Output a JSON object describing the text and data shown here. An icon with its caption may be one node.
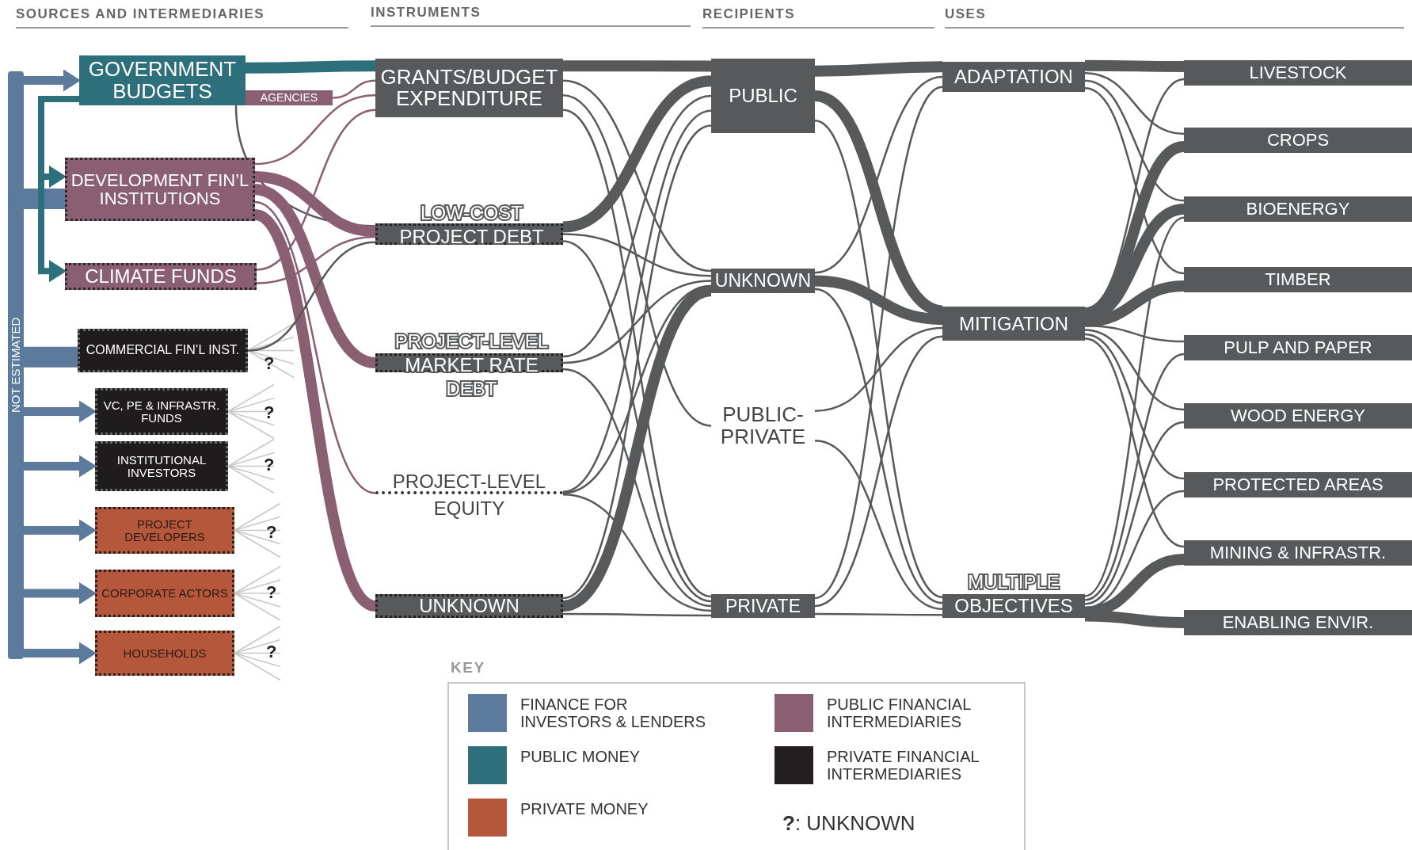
{
  "diagram": {
    "nodes": [
      {
        "text": [
          "GOVERNMENT BUDGETS"
        ]
      },
      {
        "text": [
          "AGENCIES"
        ]
      },
      {
        "text": [
          "DEVELOPMENT FIN’L INSTITUTIONS"
        ]
      },
      {
        "text": [
          "CLIMATE FUNDS"
        ]
      },
      {
        "text": [
          "COMMERCIAL FIN’L INST."
        ]
      },
      {
        "text": [
          "VC, PE & INFRASTR. FUNDS"
        ]
      },
      {
        "text": [
          "INSTITUTIONAL INVESTORS"
        ]
      },
      {
        "text": [
          "PROJECT DEVELOPERS"
        ]
      },
      {
        "text": [
          "CORPORATE ACTORS"
        ]
      },
      {
        "text": [
          "HOUSEHOLDS"
        ]
      },
      {
        "text": [
          "GRANTS/BUDGET EXPENDITURE"
        ]
      },
      {
        "text": [
          "LOW-COST PROJECT DEBT"
        ]
      },
      {
        "text": [
          "PROJECT-LEVEL MARKET RATE DEBT"
        ]
      },
      {
        "text": [
          "PROJECT-LEVEL EQUITY"
        ]
      },
      {
        "text": [
          "UNKNOWN"
        ]
      },
      {
        "text": [
          "PUBLIC"
        ]
      },
      {
        "text": [
          "UNKNOWN"
        ]
      },
      {
        "text": [
          "PUBLIC-PRIVATE"
        ]
      },
      {
        "text": [
          "PRIVATE"
        ]
      },
      {
        "text": [
          "ADAPTATION"
        ]
      },
      {
        "text": [
          "MITIGATION"
        ]
      },
      {
        "text": [
          "MULTIPLE OBJECTIVES"
        ]
      },
      {
        "text": [
          "LIVESTOCK"
        ]
      },
      {
        "text": [
          "CROPS"
        ]
      },
      {
        "text": [
          "BIOENERGY"
        ]
      },
      {
        "text": [
          "TIMBER"
        ]
      },
      {
        "text": [
          "PULP AND PAPER"
        ]
      },
      {
        "text": [
          "WOOD ENERGY"
        ]
      },
      {
        "text": [
          "PROTECTED AREAS"
        ]
      },
      {
        "text": [
          "MINING & INFRASTR."
        ]
      },
      {
        "text": [
          "ENABLING ENVIR."
        ]
      },
      {
        "text": [
          "NOT ESTIMATED"
        ]
      }
    ],
    "edges": [
      {
        "from": 0,
        "to": 10,
        "arrow": "none",
        "style": "thick",
        "color": "#2e6f7c"
      },
      {
        "from": 1,
        "to": 10,
        "arrow": "none",
        "color": "#8a5f71"
      },
      {
        "from": 0,
        "to": 11,
        "arrow": "none"
      },
      {
        "from": 2,
        "to": 10,
        "arrow": "none",
        "color": "#8a5f71"
      },
      {
        "from": 2,
        "to": 11,
        "arrow": "none",
        "style": "thick",
        "color": "#8a5f71"
      },
      {
        "from": 2,
        "to": 12,
        "arrow": "none",
        "style": "thick",
        "color": "#8a5f71"
      },
      {
        "from": 2,
        "to": 13,
        "arrow": "none",
        "color": "#8a5f71"
      },
      {
        "from": 2,
        "to": 14,
        "arrow": "none",
        "style": "thick",
        "color": "#8a5f71"
      },
      {
        "from": 3,
        "to": 10,
        "arrow": "none",
        "color": "#8a5f71"
      },
      {
        "from": 3,
        "to": 11,
        "arrow": "none",
        "color": "#8a5f71"
      },
      {
        "from": 4,
        "to": 11,
        "arrow": "none"
      },
      {
        "from": 10,
        "to": 15,
        "arrow": "none",
        "style": "thick"
      },
      {
        "from": 10,
        "to": 16,
        "arrow": "none"
      },
      {
        "from": 10,
        "to": 17,
        "arrow": "none"
      },
      {
        "from": 10,
        "to": 18,
        "arrow": "none"
      },
      {
        "from": 11,
        "to": 15,
        "arrow": "none",
        "style": "thick"
      },
      {
        "from": 11,
        "to": 16,
        "arrow": "none"
      },
      {
        "from": 11,
        "to": 18,
        "arrow": "none"
      },
      {
        "from": 12,
        "to": 15,
        "arrow": "none"
      },
      {
        "from": 12,
        "to": 16,
        "arrow": "none"
      },
      {
        "from": 12,
        "to": 18,
        "arrow": "none"
      },
      {
        "from": 13,
        "to": 15,
        "arrow": "none"
      },
      {
        "from": 13,
        "to": 16,
        "arrow": "none"
      },
      {
        "from": 13,
        "to": 18,
        "arrow": "none"
      },
      {
        "from": 14,
        "to": 15,
        "arrow": "none"
      },
      {
        "from": 14,
        "to": 16,
        "arrow": "none",
        "style": "thick"
      },
      {
        "from": 14,
        "to": 18,
        "arrow": "none"
      },
      {
        "from": 15,
        "to": 19,
        "arrow": "none",
        "style": "thick"
      },
      {
        "from": 15,
        "to": 20,
        "arrow": "none",
        "style": "thick"
      },
      {
        "from": 15,
        "to": 21,
        "arrow": "none"
      },
      {
        "from": 16,
        "to": 19,
        "arrow": "none"
      },
      {
        "from": 16,
        "to": 20,
        "arrow": "none",
        "style": "thick"
      },
      {
        "from": 16,
        "to": 21,
        "arrow": "none"
      },
      {
        "from": 17,
        "to": 20,
        "arrow": "none"
      },
      {
        "from": 17,
        "to": 21,
        "arrow": "none"
      },
      {
        "from": 18,
        "to": 19,
        "arrow": "none"
      },
      {
        "from": 18,
        "to": 20,
        "arrow": "none"
      },
      {
        "from": 18,
        "to": 21,
        "arrow": "none"
      },
      {
        "from": 19,
        "to": 22,
        "arrow": "none",
        "style": "thick"
      },
      {
        "from": 19,
        "to": 23,
        "arrow": "none"
      },
      {
        "from": 19,
        "to": 24,
        "arrow": "none"
      },
      {
        "from": 19,
        "to": 25,
        "arrow": "none"
      },
      {
        "from": 20,
        "to": 22,
        "arrow": "none"
      },
      {
        "from": 20,
        "to": 23,
        "arrow": "none",
        "style": "thick"
      },
      {
        "from": 20,
        "to": 24,
        "arrow": "none",
        "style": "thick"
      },
      {
        "from": 20,
        "to": 25,
        "arrow": "none",
        "style": "thick"
      },
      {
        "from": 20,
        "to": 26,
        "arrow": "none"
      },
      {
        "from": 20,
        "to": 27,
        "arrow": "none"
      },
      {
        "from": 20,
        "to": 28,
        "arrow": "none"
      },
      {
        "from": 20,
        "to": 29,
        "arrow": "none"
      },
      {
        "from": 21,
        "to": 24,
        "arrow": "none"
      },
      {
        "from": 21,
        "to": 26,
        "arrow": "none"
      },
      {
        "from": 21,
        "to": 27,
        "arrow": "none"
      },
      {
        "from": 21,
        "to": 28,
        "arrow": "none"
      },
      {
        "from": 21,
        "to": 29,
        "arrow": "none",
        "style": "thick"
      },
      {
        "from": 21,
        "to": 30,
        "arrow": "none",
        "style": "thick"
      },
      {
        "from": 31,
        "to": 0,
        "arrow": "to",
        "style": "thick",
        "color": "#5b7a9c"
      },
      {
        "from": 31,
        "to": 2,
        "arrow": "none",
        "style": "thick",
        "color": "#5b7a9c"
      },
      {
        "from": 31,
        "to": 4,
        "arrow": "none",
        "style": "thick",
        "color": "#5b7a9c"
      },
      {
        "from": 31,
        "to": 5,
        "arrow": "to",
        "style": "thick",
        "color": "#5b7a9c"
      },
      {
        "from": 31,
        "to": 6,
        "arrow": "to",
        "style": "thick",
        "color": "#5b7a9c"
      },
      {
        "from": 31,
        "to": 7,
        "arrow": "to",
        "style": "thick",
        "color": "#5b7a9c"
      },
      {
        "from": 31,
        "to": 8,
        "arrow": "to",
        "style": "thick",
        "color": "#5b7a9c"
      },
      {
        "from": 31,
        "to": 9,
        "arrow": "to",
        "style": "thick",
        "color": "#5b7a9c"
      },
      {
        "from": 0,
        "to": 2,
        "arrow": "to",
        "style": "thick",
        "color": "#2e6f7c"
      },
      {
        "from": 0,
        "to": 3,
        "arrow": "to",
        "style": "thick",
        "color": "#2e6f7c"
      }
    ],
    "labels": [
      "SOURCES AND INTERMEDIARIES",
      "INSTRUMENTS",
      "RECIPIENTS",
      "USES",
      "?",
      "?",
      "?",
      "?",
      "?",
      "?",
      "KEY"
    ],
    "legend": [
      {
        "text": "FINANCE FOR INVESTORS & LENDERS",
        "color": "#5b7a9c"
      },
      {
        "text": "PUBLIC FINANCIAL INTERMEDIARIES",
        "color": "#8a5f71"
      },
      {
        "text": "PUBLIC MONEY",
        "color": "#2e6f7c"
      },
      {
        "text": "PRIVATE FINANCIAL INTERMEDIARIES",
        "color": "#231f20"
      },
      {
        "text": "PRIVATE MONEY",
        "color": "#b5573b"
      },
      {
        "text": "**?**: UNKNOWN"
      }
    ]
  }
}
